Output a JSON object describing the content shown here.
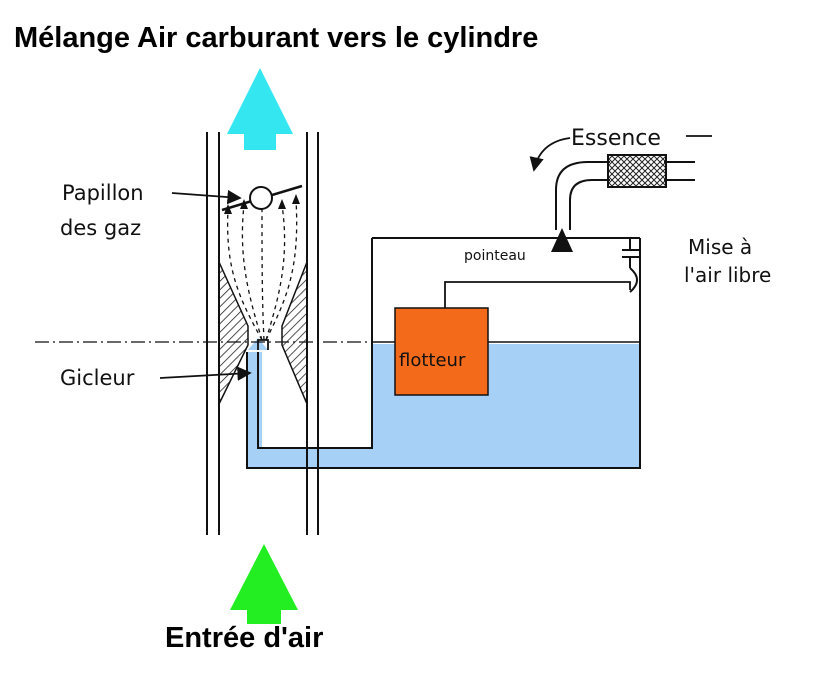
{
  "title_top": "Mélange Air carburant vers le cylindre",
  "title_bottom": "Entrée d'air",
  "labels": {
    "papillon_line1": "Papillon",
    "papillon_line2": "des gaz",
    "gicleur": "Gicleur",
    "essence": "Essence",
    "pointeau": "pointeau",
    "mise_line1": "Mise à",
    "mise_line2": "l'air libre",
    "flotteur": "flotteur"
  },
  "colors": {
    "arrow_out": "#33e6f0",
    "arrow_in": "#22ee22",
    "fuel": "#a6d0f5",
    "float": "#f26a1a",
    "ink": "#111111"
  }
}
